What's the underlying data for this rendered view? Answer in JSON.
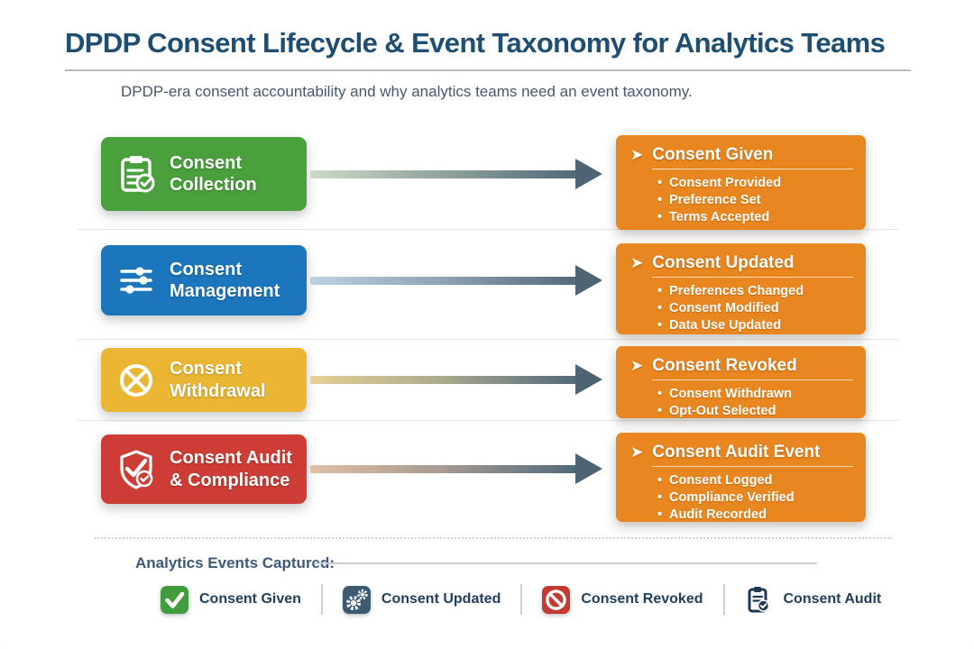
{
  "page": {
    "title": "DPDP Consent Lifecycle & Event Taxonomy for Analytics Teams",
    "subtitle": "DPDP-era consent accountability and why analytics teams need an event taxonomy."
  },
  "colors": {
    "title_navy": "#1e4f73",
    "stage_green": "#4aa03c",
    "stage_blue": "#1b76bb",
    "stage_yellow": "#eab633",
    "stage_red": "#cd3d35",
    "event_orange": "#e8861f",
    "arrow_slate": "#4d6474"
  },
  "rows": [
    {
      "stage": {
        "label_line1": "Consent",
        "label_line2": "Collection",
        "icon": "clipboard-check-icon",
        "color": "#4aa03c"
      },
      "event": {
        "title": "Consent Given",
        "bullets": [
          "Consent Provided",
          "Preference Set",
          "Terms Accepted"
        ]
      }
    },
    {
      "stage": {
        "label_line1": "Consent",
        "label_line2": "Management",
        "icon": "sliders-icon",
        "color": "#1b76bb"
      },
      "event": {
        "title": "Consent Updated",
        "bullets": [
          "Preferences Changed",
          "Consent Modified",
          "Data Use Updated"
        ]
      }
    },
    {
      "stage": {
        "label_line1": "Consent",
        "label_line2": "Withdrawal",
        "icon": "circle-x-icon",
        "color": "#eab633"
      },
      "event": {
        "title": "Consent Revoked",
        "bullets": [
          "Consent Withdrawn",
          "Opt-Out Selected"
        ]
      }
    },
    {
      "stage": {
        "label_line1": "Consent Audit",
        "label_line2": "& Compliance",
        "icon": "shield-check-icon",
        "color": "#cd3d35"
      },
      "event": {
        "title": "Consent Audit Event",
        "bullets": [
          "Consent Logged",
          "Compliance Verified",
          "Audit Recorded"
        ]
      }
    }
  ],
  "legend": {
    "label": "Analytics Events Captured:",
    "items": [
      {
        "label": "Consent Given",
        "icon": "check-icon",
        "color": "#3f9e3b"
      },
      {
        "label": "Consent Updated",
        "icon": "gears-icon",
        "color": "#3d5a73"
      },
      {
        "label": "Consent Revoked",
        "icon": "prohibition-icon",
        "color": "#c43a30"
      },
      {
        "label": "Consent Audit",
        "icon": "clipboard-check-icon",
        "color": "#1d3a55"
      }
    ]
  }
}
